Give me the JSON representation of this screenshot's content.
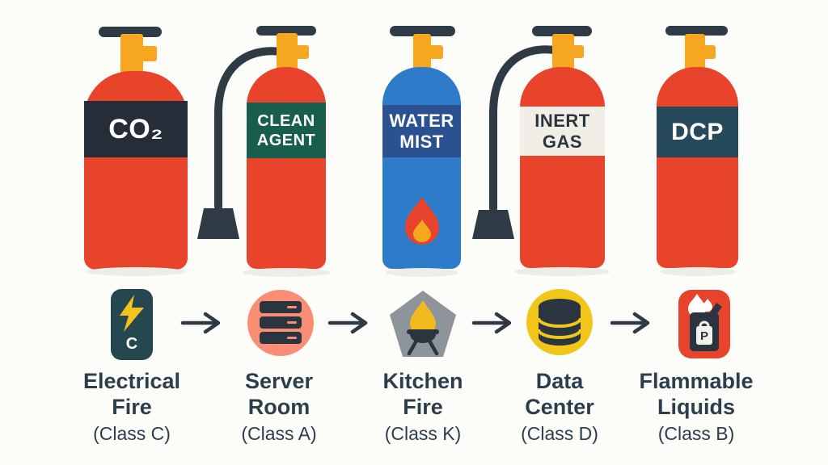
{
  "extinguishers": [
    {
      "id": "co2",
      "line1": "CO₂",
      "line2": ""
    },
    {
      "id": "clean-agent",
      "line1": "CLEAN",
      "line2": "AGENT"
    },
    {
      "id": "water-mist",
      "line1": "WATER",
      "line2": "MIST"
    },
    {
      "id": "inert-gas",
      "line1": "INERT",
      "line2": "GAS"
    },
    {
      "id": "dcp",
      "line1": "DCP",
      "line2": ""
    }
  ],
  "hazards": [
    {
      "id": "electrical-fire",
      "badge_letter": "C",
      "line1": "Electrical",
      "line2": "Fire",
      "class_label": "(Class C)"
    },
    {
      "id": "server-room",
      "line1": "Server",
      "line2": "Room",
      "class_label": "(Class A)"
    },
    {
      "id": "kitchen-fire",
      "line1": "Kitchen",
      "line2": "Fire",
      "class_label": "(Class K)"
    },
    {
      "id": "data-center",
      "line1": "Data",
      "line2": "Center",
      "class_label": "(Class D)"
    },
    {
      "id": "flammable-liquids",
      "tag_letter": "P",
      "line1": "Flammable",
      "line2": "Liquids",
      "class_label": "(Class B)"
    }
  ],
  "colors": {
    "background": "#fcfcf9",
    "cylinder_red": "#e8432b",
    "cylinder_blue": "#2e7cc9",
    "valve_yellow": "#f6a61f",
    "dark_slate": "#2e3a46",
    "co2_band": "#252e38",
    "clean_agent_band": "#185e4d",
    "water_mist_band": "#2b5191",
    "inert_gas_band": "#f1eee8",
    "dcp_band": "#27495c",
    "label_text": "#2c3e4e",
    "electrical_icon_bg": "#25474f",
    "server_icon_bg": "#f98d76",
    "kitchen_icon_bg": "#8d959b",
    "data_icon_bg": "#f2c51a",
    "flammable_icon_bg": "#e8432b",
    "flame_red": "#e8432b",
    "flame_orange": "#f6a61f",
    "bolt_yellow": "#f5c31d"
  }
}
